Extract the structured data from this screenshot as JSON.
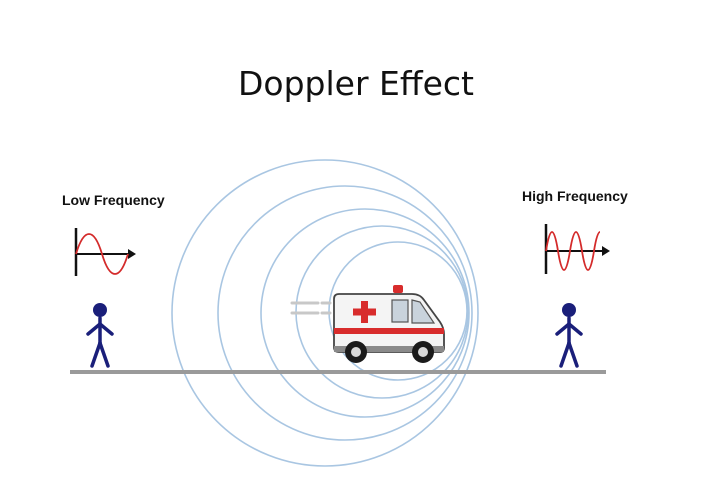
{
  "title": "Doppler Effect",
  "left_label": "Low Frequency",
  "right_label": "High Frequency",
  "colors": {
    "wavefront": "#a9c6e2",
    "wave": "#d42b2b",
    "person": "#1a1f7a",
    "ground": "#9a9a9a",
    "ambulance_accent": "#d82c2c"
  },
  "icons": {
    "left_wave": "sine-wave-icon",
    "right_wave": "sine-wave-icon",
    "observer": "stick-figure-icon",
    "source": "ambulance-icon"
  }
}
